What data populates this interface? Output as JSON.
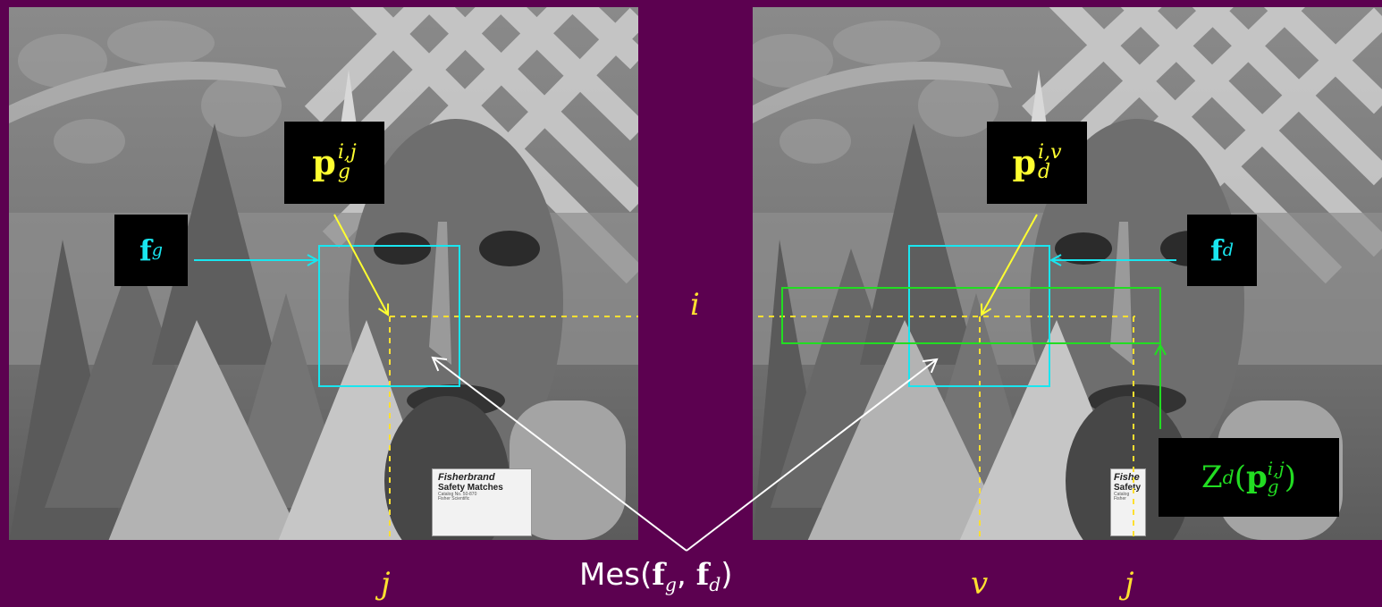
{
  "left_panel": {
    "feature_label": {
      "bold": "f",
      "sub": "g"
    },
    "point_label": {
      "bold": "p",
      "sub": "g",
      "sup": "i,j"
    },
    "matchbox": {
      "brand": "Fisherbrand",
      "product": "Safety Matches",
      "catalog": "Catalog No. 50-870",
      "maker": "Fisher Scientific"
    }
  },
  "right_panel": {
    "feature_label": {
      "bold": "f",
      "sub": "d"
    },
    "point_label": {
      "bold": "p",
      "sub": "d",
      "sup": "i,v"
    },
    "zone_label": {
      "prefix": "Z",
      "sub": "d",
      "open": "(",
      "bold": "p",
      "inner_sub": "g",
      "inner_sup": "i,j",
      "close": ")"
    },
    "matchbox": {
      "brand": "Fishe",
      "product": "Safety",
      "catalog": "Catalog",
      "maker": "Fisher"
    }
  },
  "row_label": "i",
  "col_labels": {
    "left_j": "j",
    "right_v": "v",
    "right_j": "j"
  },
  "similarity_label": {
    "name": "Mes",
    "open": "(",
    "arg1": "f",
    "arg1_sub": "g",
    "sep": ", ",
    "arg2": "f",
    "arg2_sub": "d",
    "close": ")"
  },
  "colors": {
    "background": "#5c0150",
    "window_cyan": "#19e6f0",
    "guide_yellow": "#ffe030",
    "zone_green": "#22dd22",
    "arrow_white": "#ffffff"
  }
}
